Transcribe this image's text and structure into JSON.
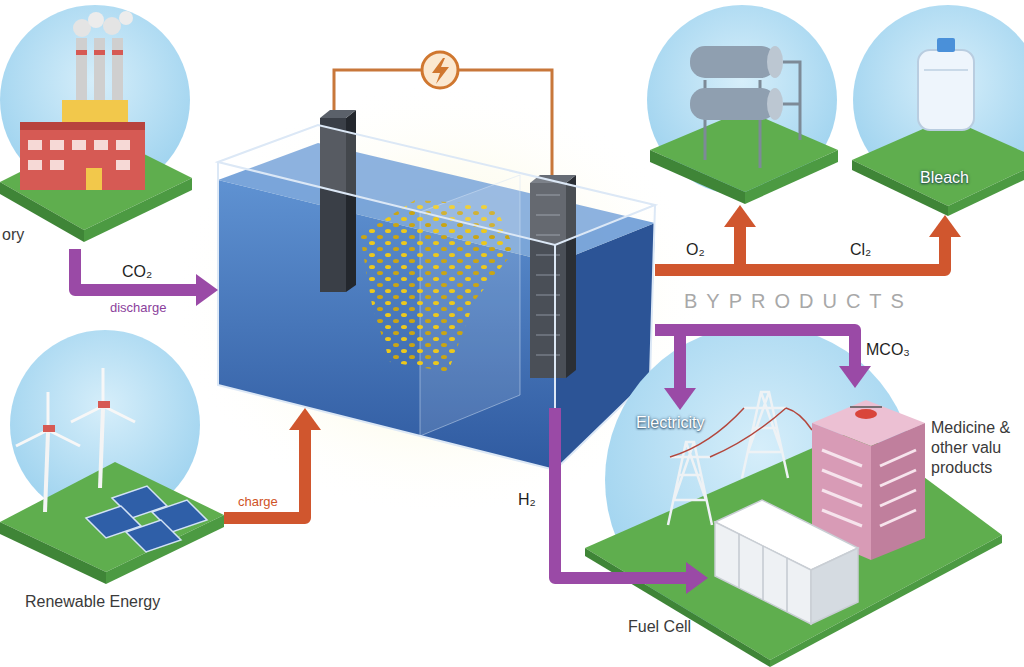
{
  "diagram": {
    "nodes": [
      {
        "text": [
          "ory"
        ]
      },
      {
        "text": [
          "Renewable Energy"
        ]
      },
      {
        "text": []
      },
      {
        "text": []
      },
      {
        "text": [
          "Bleach"
        ]
      },
      {
        "text": [
          "Electricity"
        ]
      },
      {
        "text": [
          "Medicine & other valu products"
        ]
      },
      {
        "text": [
          "Fuel Cell"
        ]
      }
    ],
    "edges": [
      {
        "from": 0,
        "to": 2,
        "label": "CO₂",
        "arrow": "to"
      },
      {
        "from": 1,
        "to": 2,
        "label": "charge",
        "arrow": "to"
      },
      {
        "from": 2,
        "to": 3,
        "label": "O₂",
        "arrow": "to"
      },
      {
        "from": 2,
        "to": 4,
        "label": "Cl₂",
        "arrow": "to"
      },
      {
        "from": 2,
        "to": 5,
        "arrow": "to"
      },
      {
        "from": 2,
        "to": 6,
        "label": "MCO₃",
        "arrow": "to"
      },
      {
        "from": 2,
        "to": 7,
        "label": "H₂",
        "arrow": "to"
      }
    ],
    "labels": [
      "discharge",
      "BYPRODUCTS"
    ]
  }
}
